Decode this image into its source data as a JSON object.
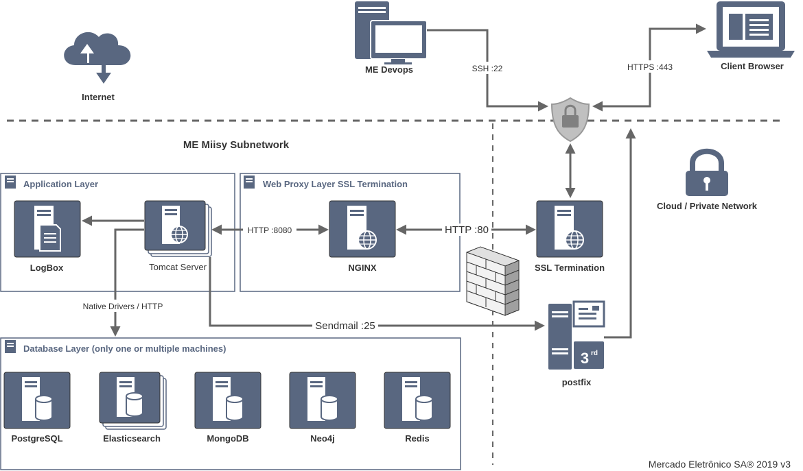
{
  "title": "ME Miisy Subnetwork",
  "zones": {
    "internet": "Internet",
    "cloud": "Cloud / Private Network"
  },
  "groups": {
    "application": "Application Layer",
    "web_proxy": "Web Proxy Layer SSL Termination",
    "database": "Database Layer (only one or multiple machines)"
  },
  "nodes": {
    "devops": "ME Devops",
    "client": "Client Browser",
    "logbox": "LogBox",
    "tomcat": "Tomcat Server",
    "nginx": "NGINX",
    "ssl": "SSL Termination",
    "postfix": "postfix",
    "postfix_badge": "3",
    "postfix_badge_sup": "rd",
    "postgres": "PostgreSQL",
    "elastic": "Elasticsearch",
    "mongo": "MongoDB",
    "neo4j": "Neo4j",
    "redis": "Redis"
  },
  "edges": {
    "ssh": "SSH :22",
    "https": "HTTPS :443",
    "http8080": "HTTP :8080",
    "http80": "HTTP :80",
    "drivers": "Native Drivers / HTTP",
    "sendmail": "Sendmail :25"
  },
  "footer": "Mercado Eletrônico SA®  2019 v3",
  "colors": {
    "node": "#596780",
    "edge": "#666666",
    "shield": "#c0c0c0",
    "text": "#333333"
  }
}
